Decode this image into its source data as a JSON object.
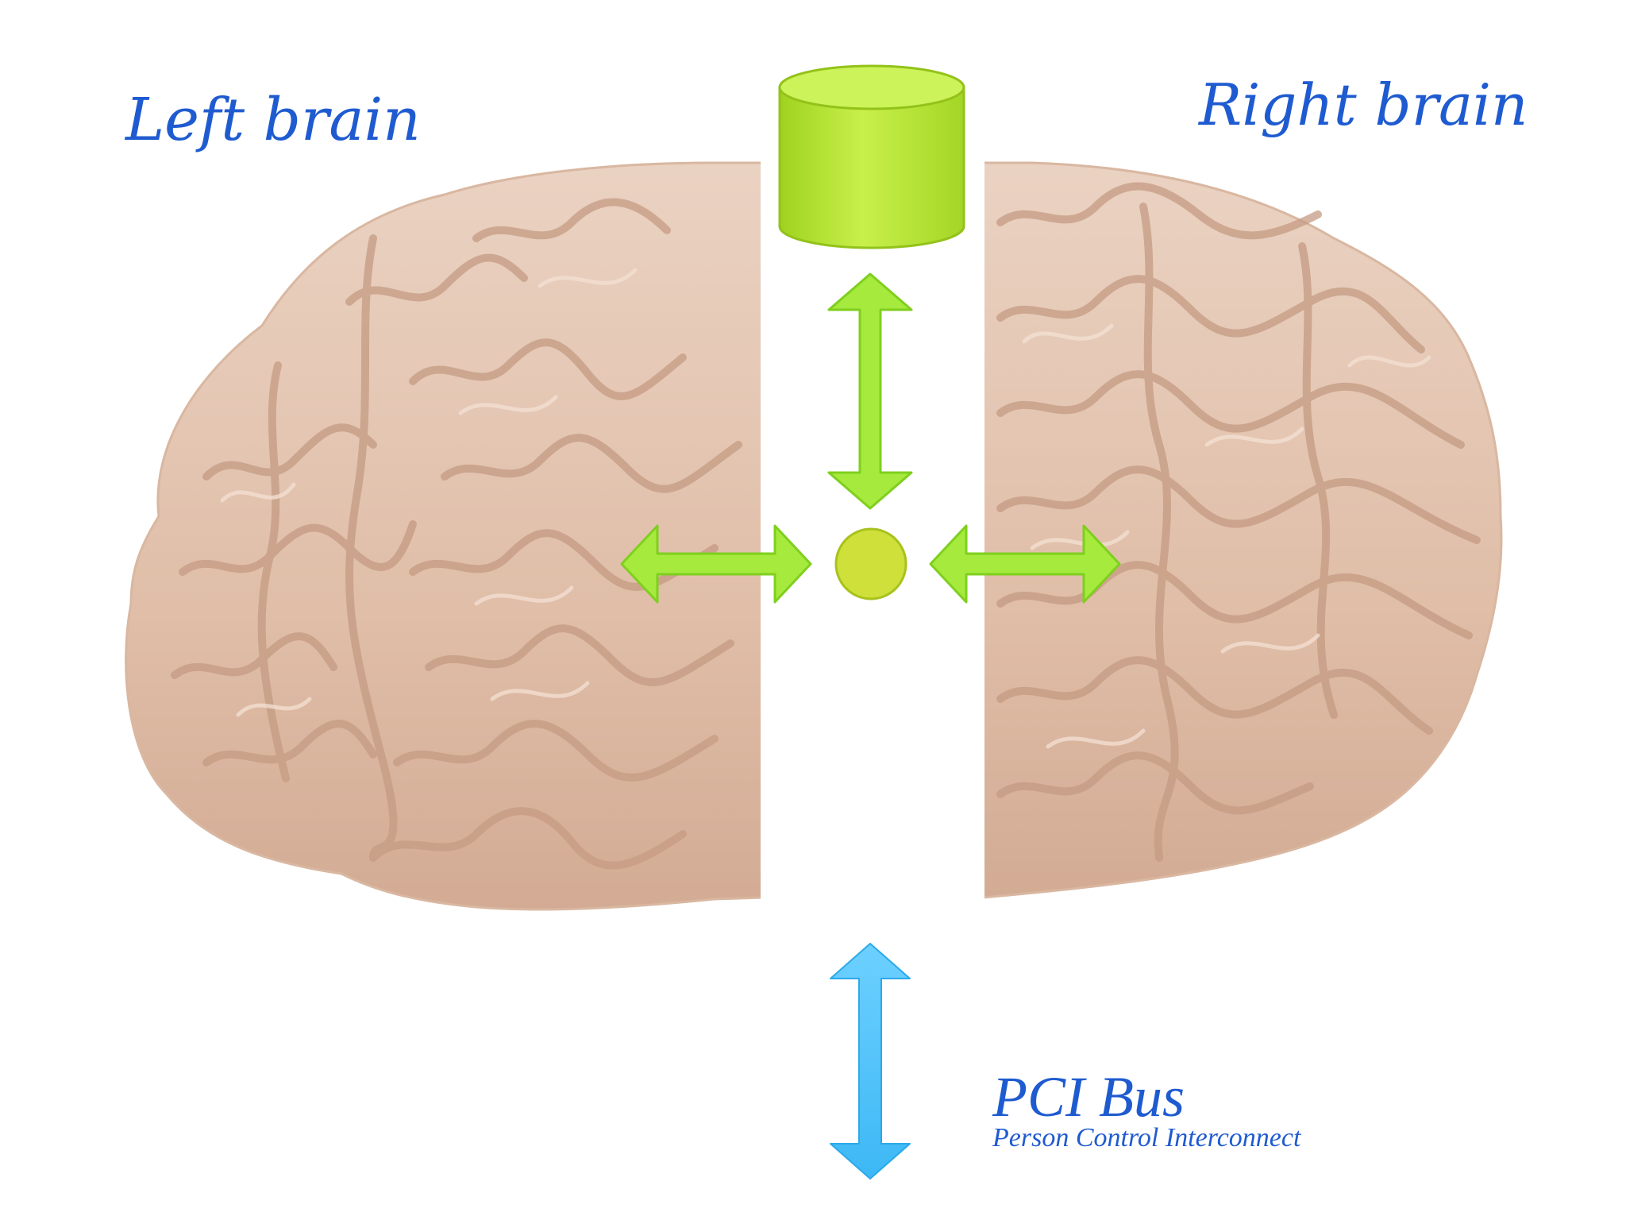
{
  "labels": {
    "left_hemisphere": "Left brain",
    "right_hemisphere": "Right brain",
    "bus_title": "PCI Bus",
    "bus_subtitle": "Person Control Interconnect"
  },
  "colors": {
    "brain_fill": "#e2c1ac",
    "brain_fold": "#c79d86",
    "storage_green": "#b8e63a",
    "node_green": "#cfe03a",
    "arrow_green": "#a6ea3e",
    "bus_arrow_blue": "#4cc3ff",
    "label_blue": "#1f5bd0",
    "background": "#ffffff"
  },
  "icons": {
    "storage": "cylinder-icon",
    "node": "circle-node-icon",
    "arrows": "double-arrow-icon"
  }
}
